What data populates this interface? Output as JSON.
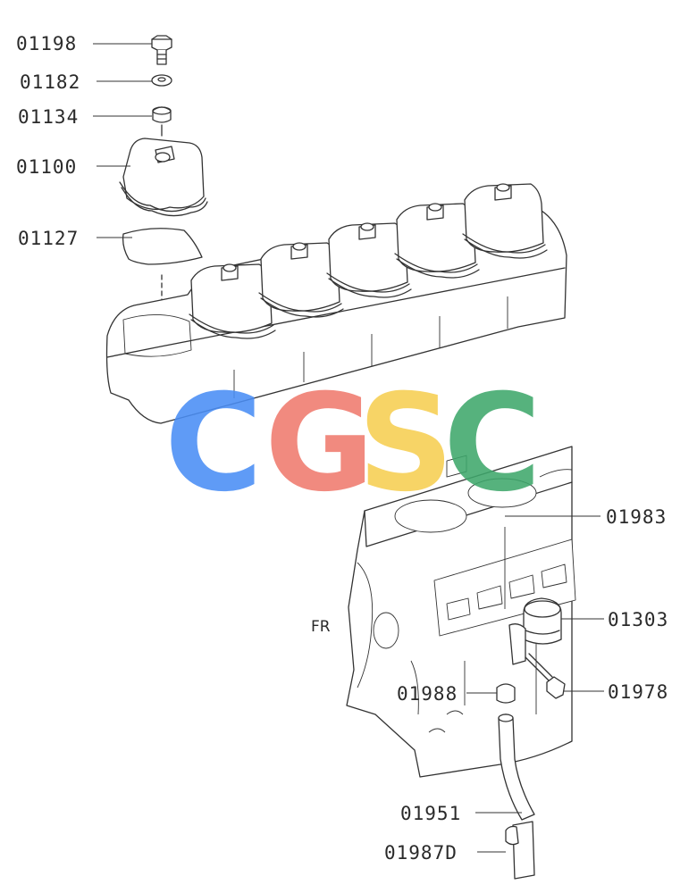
{
  "parts": {
    "p01198": "01198",
    "p01182": "01182",
    "p01134": "01134",
    "p01100": "01100",
    "p01127": "01127",
    "p01983": "01983",
    "p01303": "01303",
    "p01978": "01978",
    "p01988": "01988",
    "p01951": "01951",
    "p01987d": "01987D"
  },
  "orientation_label": "FR",
  "watermark": {
    "letters": [
      "C",
      "G",
      "S",
      "C"
    ],
    "colors": [
      "#4a8ef5",
      "#f07a6e",
      "#f7cf52",
      "#3fa86c"
    ]
  }
}
